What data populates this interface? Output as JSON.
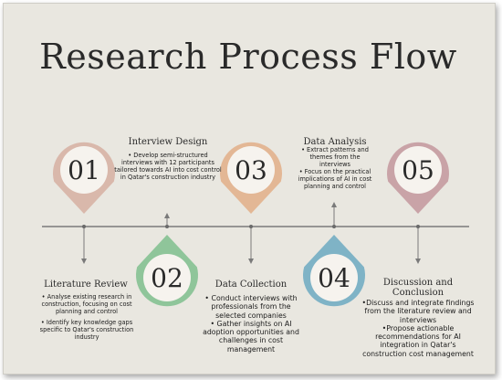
{
  "title": "Research Process Flow",
  "steps": [
    {
      "number": "01",
      "heading": "Literature Review",
      "bullets": [
        "• Analyse existing research in construction, focusing on cost planning and control",
        "• Identify key knowledge gaps specific to Qatar's construction industry"
      ]
    },
    {
      "number": "02",
      "heading": "Interview Design",
      "bullets": [
        "• Develop semi-structured interviews with 12 participants tailored towards AI into cost control in Qatar's construction industry"
      ]
    },
    {
      "number": "03",
      "heading": "Data Collection",
      "bullets": [
        "• Conduct interviews with professionals from the selected companies",
        "• Gather insights on AI adoption opportunities and challenges in cost management"
      ]
    },
    {
      "number": "04",
      "heading": "Data Analysis",
      "bullets": [
        "• Extract patterns and themes from the interviews",
        "• Focus on the practical implications of AI in cost planning and control"
      ]
    },
    {
      "number": "05",
      "heading": "Discussion and Conclusion",
      "bullets": [
        "•Discuss and integrate findings from the literature review and interviews",
        "•Propose actionable recommendations for AI integration in Qatar's construction cost management"
      ]
    }
  ],
  "colors": {
    "pin_01": "#d9b8ab",
    "pin_02": "#8fc59a",
    "pin_03": "#e3b795",
    "pin_04": "#7fb3c6",
    "pin_05": "#c9a3a7",
    "line": "#7a7a7a",
    "text": "#1b1b1b"
  }
}
